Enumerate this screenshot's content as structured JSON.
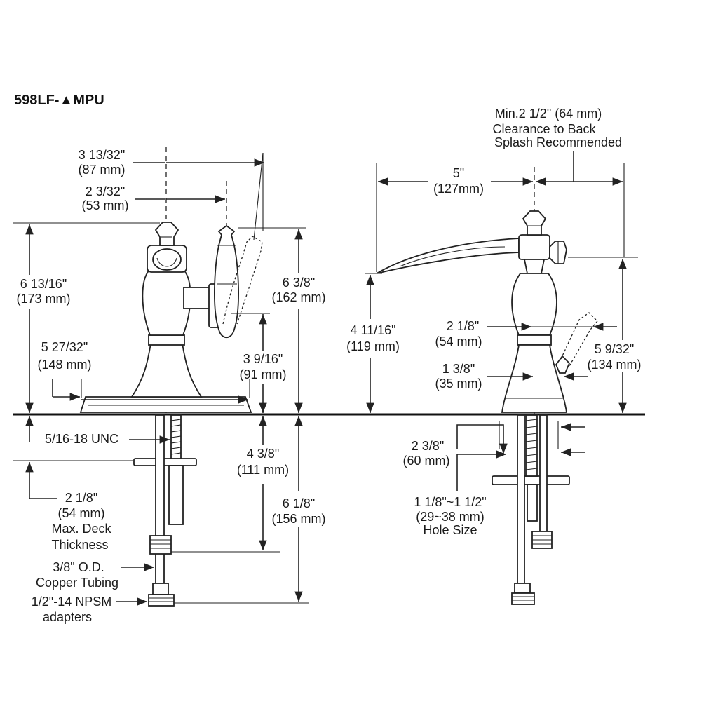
{
  "title": "598LF-▲MPU",
  "side_view": {
    "dim_3_13_32": {
      "in": "3 13/32\"",
      "mm": "(87 mm)"
    },
    "dim_2_3_32": {
      "in": "2 3/32\"",
      "mm": "(53 mm)"
    },
    "dim_6_13_16": {
      "in": "6 13/16\"",
      "mm": "(173 mm)"
    },
    "dim_6_3_8": {
      "in": "6 3/8\"",
      "mm": "(162 mm)"
    },
    "dim_5_27_32": {
      "in": "5 27/32\"",
      "mm": "(148 mm)"
    },
    "dim_3_9_16": {
      "in": "3 9/16\"",
      "mm": "(91 mm)"
    },
    "thread": "5/16-18 UNC",
    "dim_4_3_8": {
      "in": "4 3/8\"",
      "mm": "(111 mm)"
    },
    "dim_6_1_8": {
      "in": "6 1/8\"",
      "mm": "(156 mm)"
    },
    "deck": {
      "in": "2 1/8\"",
      "mm": "(54 mm)",
      "line1": "Max. Deck",
      "line2": "Thickness"
    },
    "tubing": {
      "line1": "3/8\" O.D.",
      "line2": "Copper Tubing"
    },
    "adapters": {
      "line1": "1/2\"-14 NPSM",
      "line2": "adapters"
    }
  },
  "front_view": {
    "clearance": {
      "line1": "Min.2 1/2\" (64 mm)",
      "line2": "Clearance to Back",
      "line3": "Splash Recommended"
    },
    "dim_5": {
      "in": "5\"",
      "mm": "(127mm)"
    },
    "dim_4_11_16": {
      "in": "4 11/16\"",
      "mm": "(119 mm)"
    },
    "dim_2_1_8": {
      "in": "2 1/8\"",
      "mm": "(54 mm)"
    },
    "dim_1_3_8": {
      "in": "1 3/8\"",
      "mm": "(35 mm)"
    },
    "dim_5_9_32": {
      "in": "5 9/32\"",
      "mm": "(134 mm)"
    },
    "dim_2_3_8": {
      "in": "2 3/8\"",
      "mm": "(60 mm)"
    },
    "hole": {
      "line1": "1 1/8\"~1 1/2\"",
      "line2": "(29~38 mm)",
      "line3": "Hole Size"
    }
  }
}
